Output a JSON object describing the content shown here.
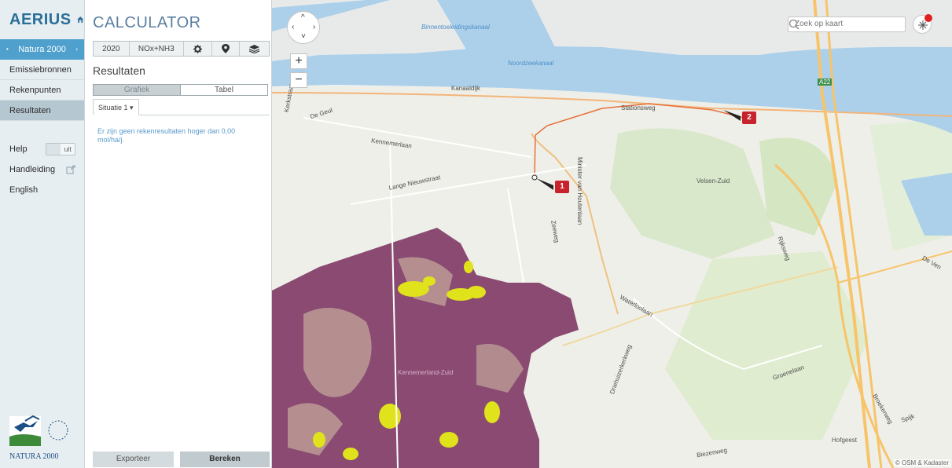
{
  "app": {
    "brand": "AERIUS",
    "title": "CALCULATOR"
  },
  "nav": {
    "natura_label": "Natura 2000",
    "items": [
      {
        "label": "Emissiebronnen"
      },
      {
        "label": "Rekenpunten"
      },
      {
        "label": "Resultaten",
        "active": true
      }
    ],
    "help_label": "Help",
    "help_toggle": "uit",
    "manual_label": "Handleiding",
    "language_label": "English",
    "logo_text": "NATURA 2000"
  },
  "toolbar": {
    "year": "2020",
    "substance": "NOx+NH3"
  },
  "results": {
    "section_title": "Resultaten",
    "view_chart": "Grafiek",
    "view_table": "Tabel",
    "situation_tab": "Situatie 1",
    "message": "Er zijn geen rekenresultaten hoger dan 0,00 mol/ha/j."
  },
  "actions": {
    "export": "Exporteer",
    "calculate": "Bereken"
  },
  "map": {
    "search_placeholder": "Zoek op kaart",
    "labels": {
      "water1": "Binnentoeleidingskanaal",
      "water2": "Noordzeekanaal",
      "kanaaldijk": "Kanaaldijk",
      "stationsweg": "Stationsweg",
      "degeul": "De Geul",
      "kennemerlaan": "Kennemerlaan",
      "lange": "Lange Nieuwstraat",
      "minister": "Minister van Houtenlaan",
      "zeeweg": "Zeeweg",
      "velsenzuid": "Velsen-Zuid",
      "rijksweg": "Rijksweg",
      "deven": "De Ven",
      "waterloolaan": "Waterloolaan",
      "groenelaan": "Groenelaan",
      "kennemerland": "Kennemerland-Zuid",
      "spijk": "Spijk",
      "hofgeest": "Hofgeest",
      "biezenweg": "Biezenweg",
      "broekerweg": "Broekerweg",
      "kerkstraat": "Kerkstraat",
      "a22": "A22",
      "driehuizerkerkweg": "Driehuizerkerkweg"
    },
    "markers": [
      {
        "label": "1"
      },
      {
        "label": "2"
      }
    ],
    "attribution": "© OSM & Kadaster"
  },
  "colors": {
    "brand": "#2b6f98",
    "nav_bg": "#e6eef2",
    "water": "#acd0ea",
    "natura_area": "#8a4a72",
    "habitat_yellow": "#e0e21c",
    "marker": "#c8222c"
  },
  "icons": [
    "house-icon",
    "gear-icon",
    "location-pin-icon",
    "layers-icon",
    "external-link-icon",
    "search-icon",
    "pan-arrows-icon"
  ]
}
